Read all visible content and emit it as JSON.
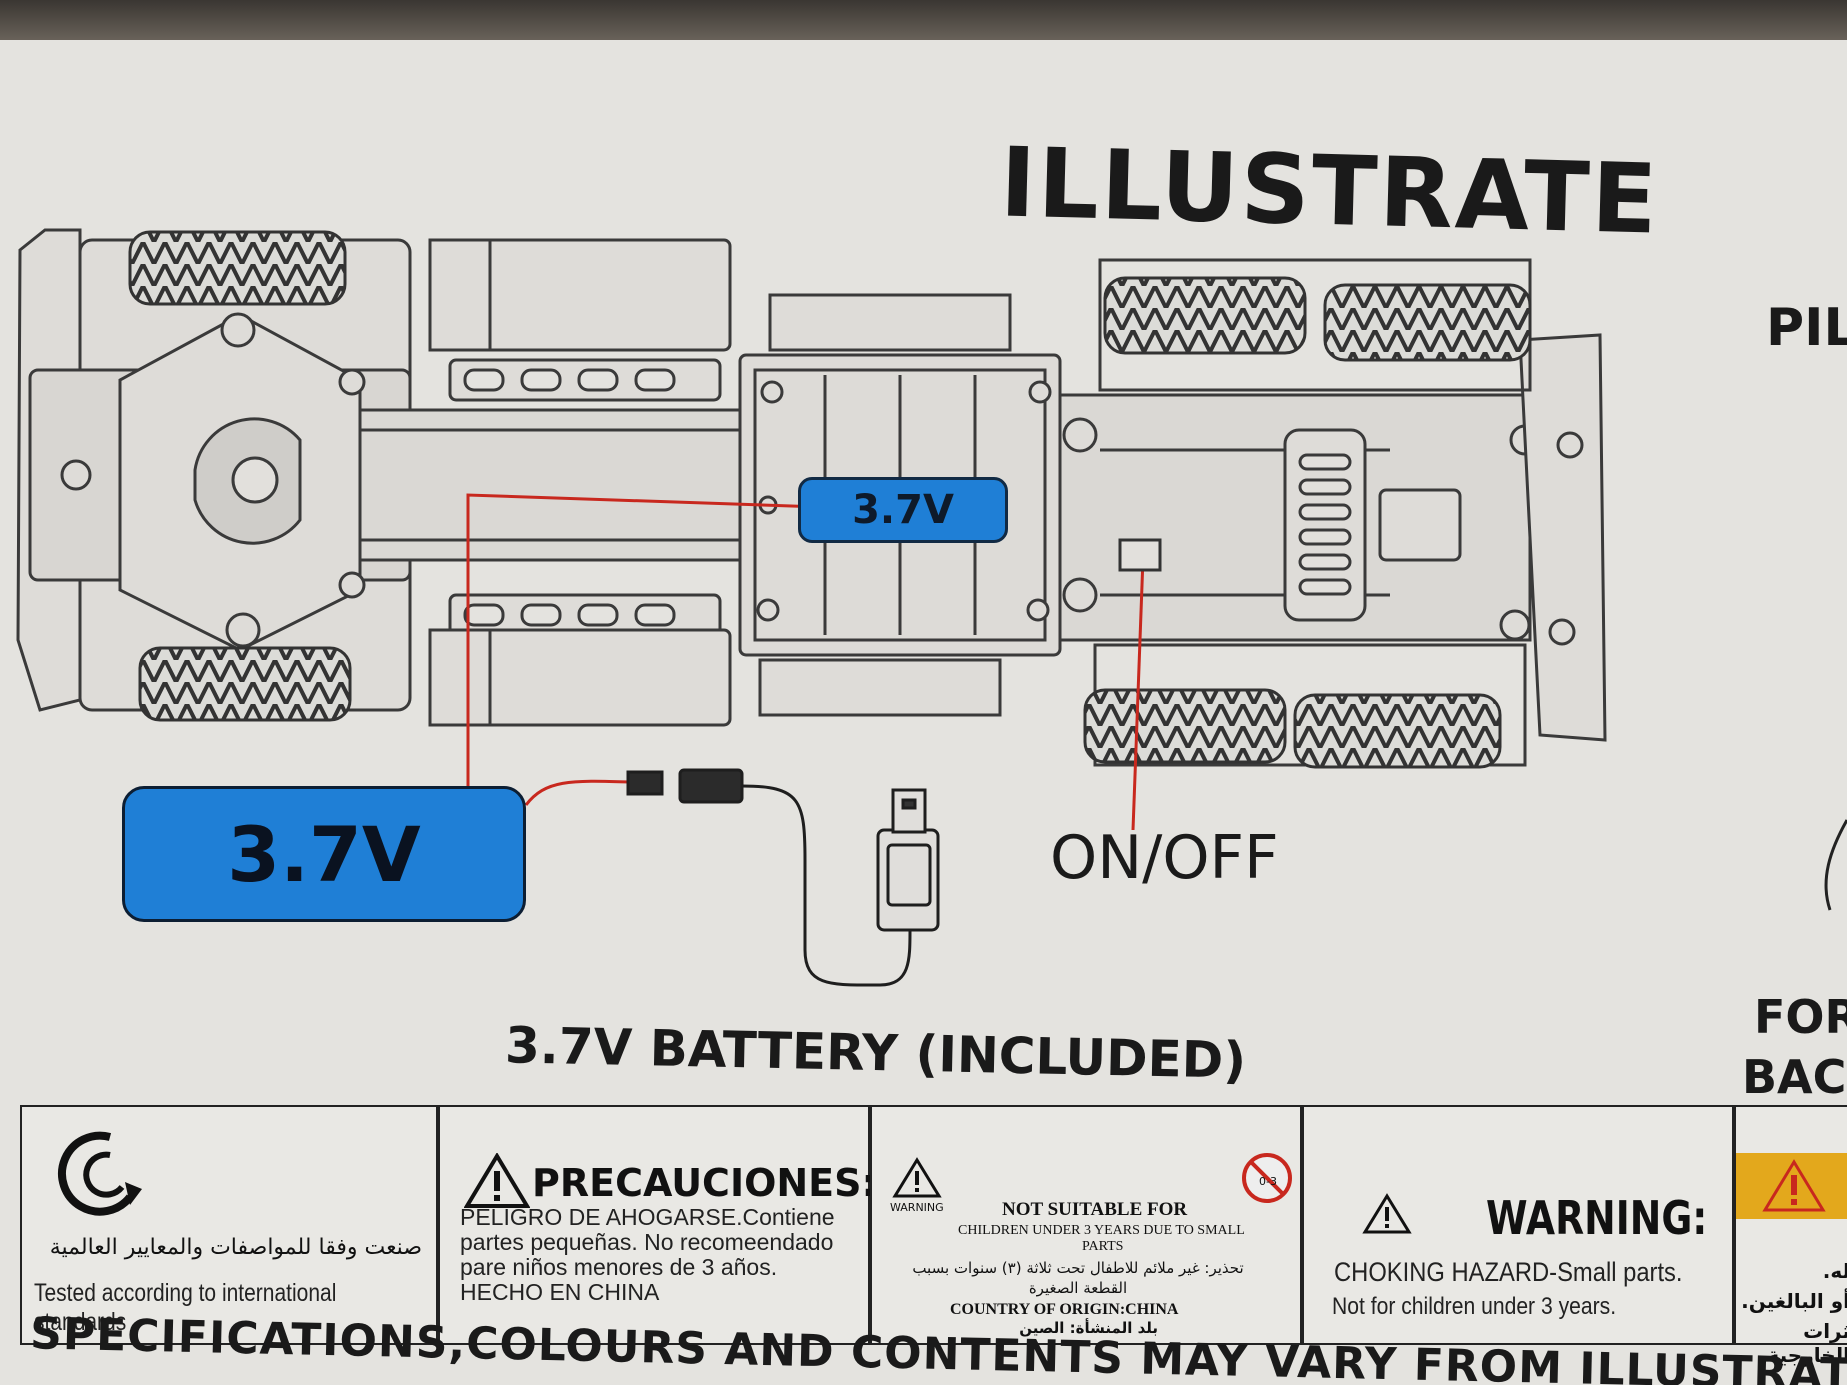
{
  "title": "ILLUSTRATE",
  "side_labels": {
    "pil": "PIL",
    "for": "FOR",
    "bac": "BAC"
  },
  "battery_bay_label": "3.7V",
  "battery_pack_label": "3.7V",
  "switch_label": "ON/OFF",
  "battery_caption": "3.7V BATTERY (INCLUDED)",
  "panels": {
    "standards": {
      "arabic": "صنعت وفقا للمواصفات والمعايير العالمية",
      "english": "Tested according to international standards"
    },
    "precauciones": {
      "heading": "PRECAUCIONES:",
      "lines": [
        "PELIGRO DE AHOGARSE.Contiene",
        "partes pequeñas. No recomeendado",
        "pare niños menores de 3 años.",
        "HECHO EN CHINA"
      ]
    },
    "not_suitable": {
      "warning_small": "WARNING",
      "heading": "NOT SUITABLE FOR",
      "line1": "CHILDREN UNDER 3 YEARS DUE TO SMALL",
      "line2": "PARTS",
      "age_badge": "0-3",
      "arabic1": "تحذير: غير ملائم للاطفال تحت ثلاثة (٣) سنوات بسبب",
      "arabic2": "القطعة الصغيرة",
      "origin": "COUNTRY OF ORIGIN:CHINA",
      "origin_ar": "بلد المنشأة: الصين"
    },
    "warning": {
      "heading": "WARNING:",
      "line1": "CHOKING HAZARD-Small parts.",
      "line2": "Not for children under 3 years."
    },
    "partial_ar": {
      "line1": "له.",
      "line2": "أو البالغين.",
      "line3": "ثرات الخارجية."
    }
  },
  "footer": "SPECIFICATIONS,COLOURS AND CONTENTS MAY VARY FROM ILLUSTRATION",
  "colors": {
    "battery_blue": "#1f7fd6",
    "wire_red": "#c8281e",
    "warning_yellow": "#e3a81c"
  }
}
